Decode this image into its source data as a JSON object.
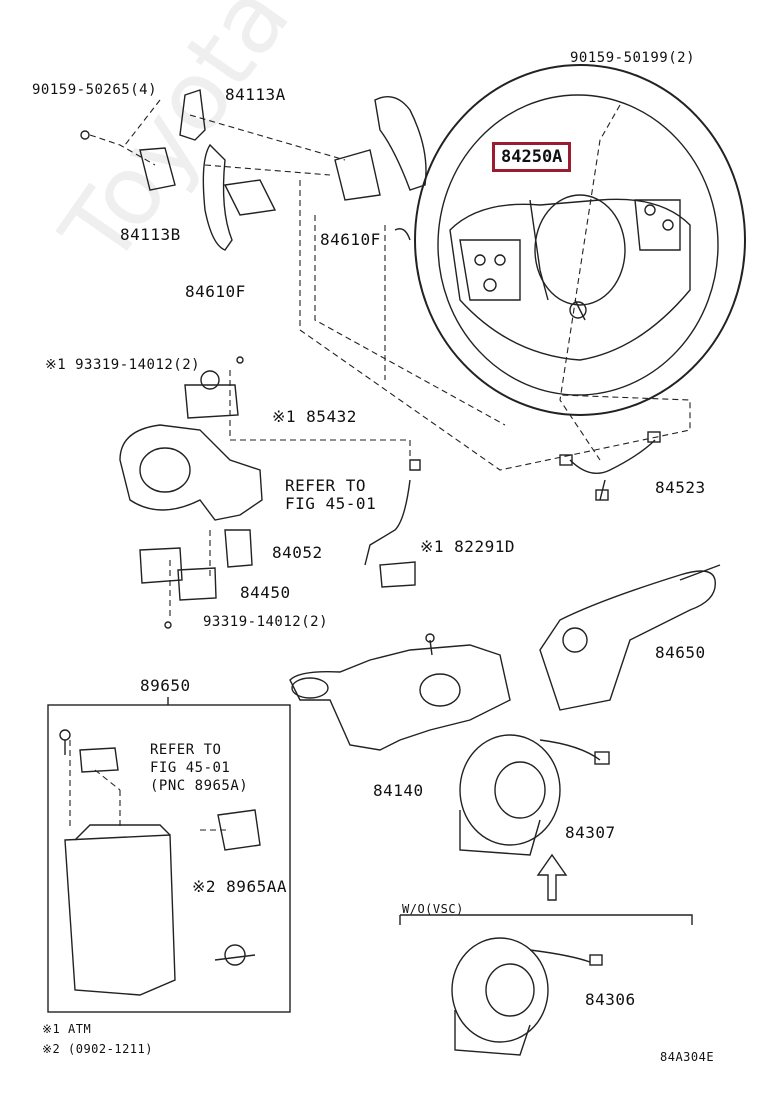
{
  "watermark": "ToyotaCarMine.ru",
  "labels": {
    "p_90159_50265": "90159-50265(4)",
    "p_84113A": "84113A",
    "p_84113B": "84113B",
    "p_84610F_a": "84610F",
    "p_84610F_b": "84610F",
    "p_90159_50199": "90159-50199(2)",
    "p_84250A": "84250A",
    "p_93319_top": "※1 93319-14012(2)",
    "p_85432": "※1 85432",
    "p_refer1_a": "REFER TO",
    "p_refer1_b": "FIG 45-01",
    "p_84052": "84052",
    "p_82291D": "※1 82291D",
    "p_84523": "84523",
    "p_84450": "84450",
    "p_93319_bot": "93319-14012(2)",
    "p_84650": "84650",
    "p_89650": "89650",
    "p_refer2_a": "REFER TO",
    "p_refer2_b": "FIG 45-01",
    "p_refer2_c": "(PNC 8965A)",
    "p_84140": "84140",
    "p_84307": "84307",
    "p_8965AA": "※2 8965AA",
    "p_wovsc": "W/O(VSC)",
    "p_84306": "84306",
    "note1": "※1 ATM",
    "note2": "※2 (0902-1211)",
    "fig_code": "84A304E"
  },
  "highlight_color": "#9b1b30"
}
